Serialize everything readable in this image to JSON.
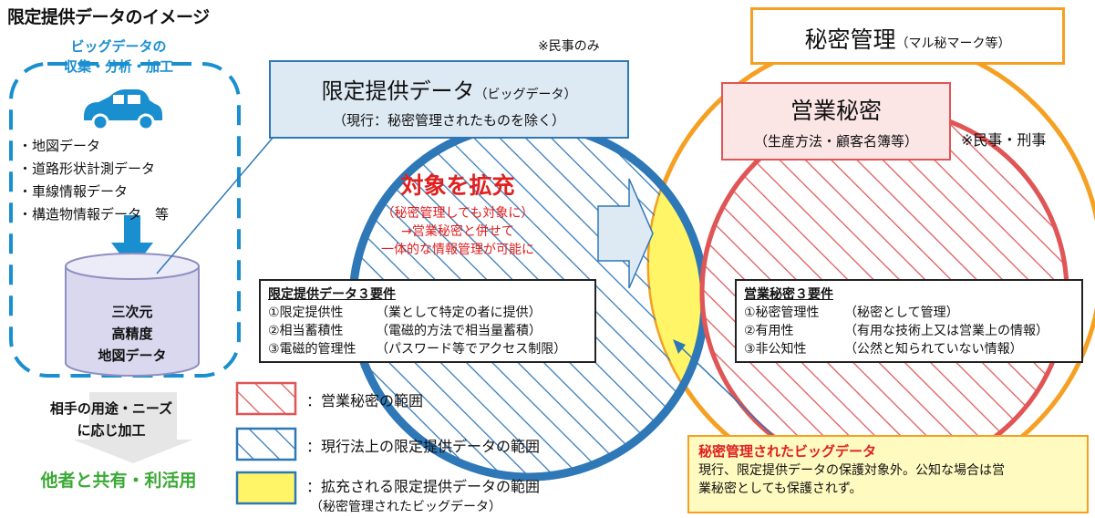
{
  "title": "限定提供データのイメージ",
  "left_panel": {
    "bigdata_title_1": "ビッグデータの",
    "bigdata_title_2": "収集・分析・加工",
    "data_items": [
      "・地図データ",
      "・道路形状計測データ",
      "・車線情報データ",
      "・構造物情報データ　等"
    ],
    "db_label": [
      "三次元",
      "高精度",
      "地図データ"
    ],
    "process_text": [
      "相手の用途・ニーズ",
      "に応じ加工"
    ],
    "share_text": "他者と共有・利活用"
  },
  "limited_box": {
    "note": "※民事のみ",
    "title": "限定提供データ",
    "title_suffix": "（ビッグデータ）",
    "subtitle": "（現行：秘密管理されたものを除く）"
  },
  "expansion": {
    "headline": "対象を拡充",
    "lines": [
      "（秘密管理しても対象に）",
      "→営業秘密と併せて",
      "一体的な情報管理が可能に"
    ]
  },
  "secret_mgmt_box": {
    "title": "秘密管理",
    "suffix": "（マル秘マーク等）"
  },
  "trade_secret_box": {
    "title": "営業秘密",
    "subtitle": "（生産方法・顧客名簿等）",
    "note": "※民事・刑事"
  },
  "limited_requirements": {
    "heading": "限定提供データ３要件",
    "rows": [
      {
        "name": "①限定提供性",
        "desc": "（業として特定の者に提供）"
      },
      {
        "name": "②相当蓄積性",
        "desc": "（電磁的方法で相当量蓄積）"
      },
      {
        "name": "③電磁的管理性",
        "desc": "（パスワード等でアクセス制限）"
      }
    ]
  },
  "trade_requirements": {
    "heading": "営業秘密３要件",
    "rows": [
      {
        "name": "①秘密管理性",
        "desc": "（秘密として管理）"
      },
      {
        "name": "②有用性",
        "desc": "（有用な技術上又は営業上の情報）"
      },
      {
        "name": "③非公知性",
        "desc": "（公然と知られていない情報）"
      }
    ]
  },
  "legend": {
    "items": [
      {
        "label": "：営業秘密の範囲"
      },
      {
        "label": "：現行法上の限定提供データの範囲"
      },
      {
        "label": "：拡充される限定提供データの範囲"
      }
    ],
    "sub": "（秘密管理されたビッグデータ）"
  },
  "yellow_note": {
    "heading": "秘密管理されたビッグデータ",
    "body_1": "現行、限定提供データの保護対象外。公知な場合は営",
    "body_2": "業秘密としても保護されず。"
  },
  "colors": {
    "blue": "#2f78b7",
    "red": "#e05555",
    "orange": "#f5a023",
    "yellow": "#fff566",
    "cyan": "#1a8fd0",
    "green": "#3aa935"
  }
}
